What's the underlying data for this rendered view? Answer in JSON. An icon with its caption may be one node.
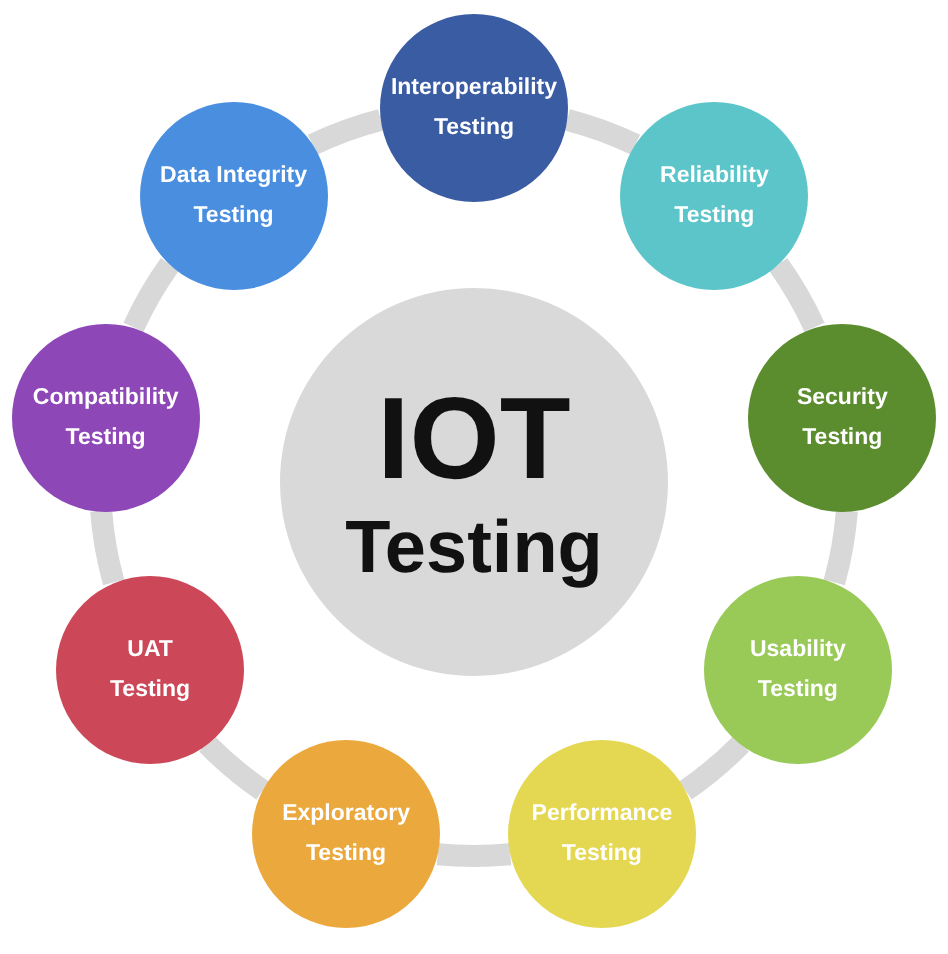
{
  "diagram": {
    "nodes": [
      {
        "text": [
          "IOT",
          "Testing"
        ]
      },
      {
        "text": [
          "Interoperability Testing"
        ]
      },
      {
        "text": [
          "Reliability Testing"
        ]
      },
      {
        "text": [
          "Security Testing"
        ]
      },
      {
        "text": [
          "Usability Testing"
        ]
      },
      {
        "text": [
          "Performance Testing"
        ]
      },
      {
        "text": [
          "Exploratory Testing"
        ]
      },
      {
        "text": [
          "UAT Testing"
        ]
      },
      {
        "text": [
          "Compatibility Testing"
        ]
      },
      {
        "text": [
          "Data Integrity Testing"
        ]
      }
    ],
    "edges": [
      {
        "from": 1,
        "to": 2,
        "arrow": "none"
      },
      {
        "from": 2,
        "to": 3,
        "arrow": "none"
      },
      {
        "from": 3,
        "to": 4,
        "arrow": "none"
      },
      {
        "from": 4,
        "to": 5,
        "arrow": "none"
      },
      {
        "from": 5,
        "to": 6,
        "arrow": "none"
      },
      {
        "from": 6,
        "to": 7,
        "arrow": "none"
      },
      {
        "from": 7,
        "to": 8,
        "arrow": "none"
      },
      {
        "from": 8,
        "to": 9,
        "arrow": "none"
      },
      {
        "from": 9,
        "to": 1,
        "arrow": "none"
      }
    ]
  }
}
